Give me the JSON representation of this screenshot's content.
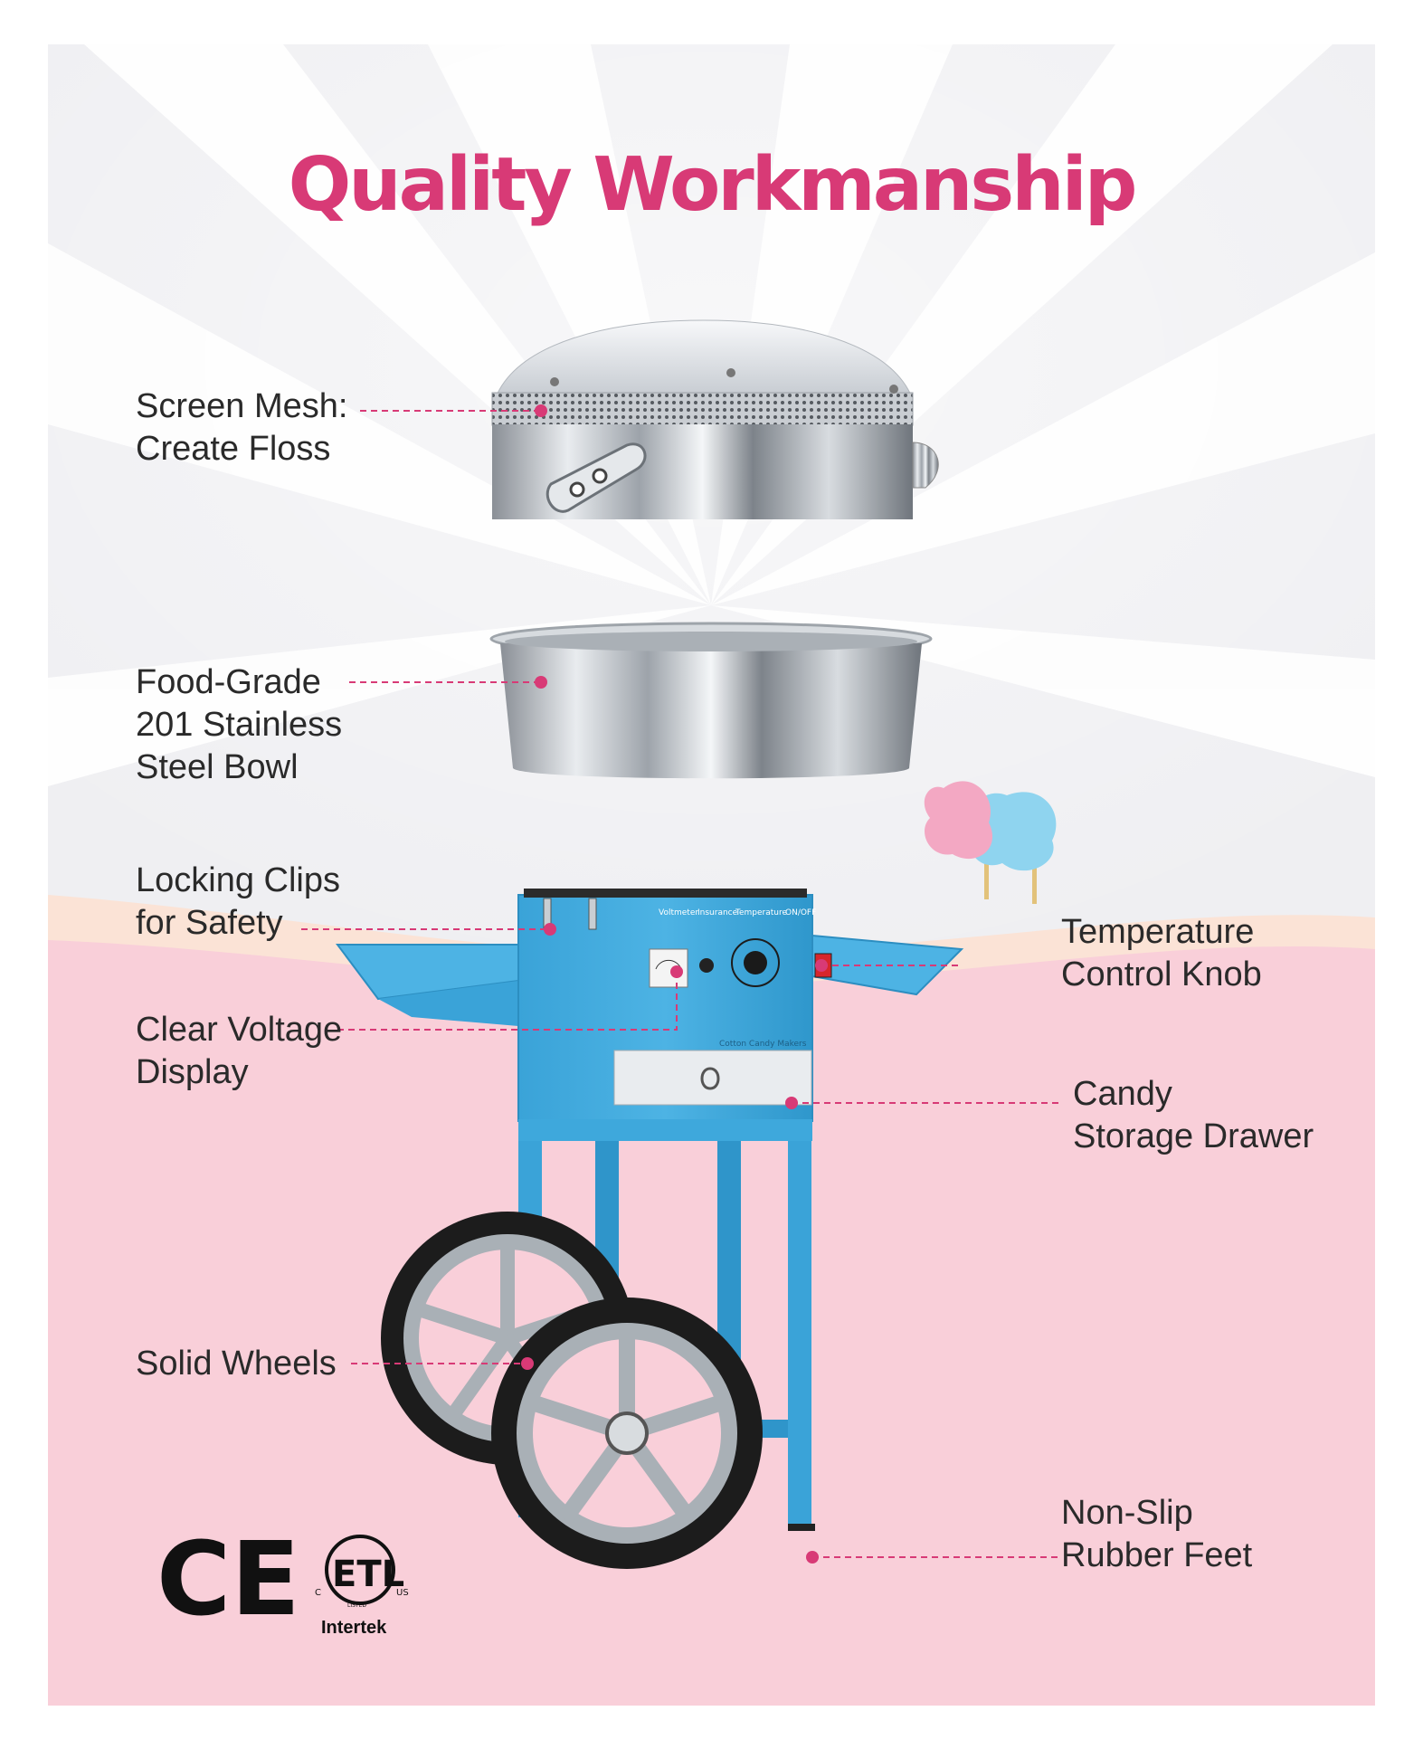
{
  "title": "Quality Workmanship",
  "callouts": {
    "screen_mesh": [
      "Screen Mesh:",
      "Create Floss"
    ],
    "bowl": [
      "Food-Grade",
      "201 Stainless",
      "Steel Bowl"
    ],
    "locking_clips": [
      "Locking Clips",
      "for Safety"
    ],
    "voltage_display": [
      "Clear Voltage",
      "Display"
    ],
    "temperature_knob": [
      "Temperature",
      "Control Knob"
    ],
    "storage_drawer": [
      "Candy",
      "Storage Drawer"
    ],
    "wheels": [
      "Solid Wheels"
    ],
    "rubber_feet": [
      "Non-Slip",
      "Rubber Feet"
    ]
  },
  "control_panel": {
    "labels": [
      "Voltmeter",
      "Insurance",
      "Temperature",
      "ON/OFF"
    ],
    "brand_text": "Cotton Candy Makers"
  },
  "certifications": {
    "ce": "CE",
    "etl": "ETL",
    "etl_small_left": "C",
    "etl_small_right": "US",
    "etl_listed": "LISTED",
    "intertek": "Intertek"
  },
  "colors": {
    "accent_pink": "#d83a76",
    "machine_blue": "#3ea8dc",
    "background_pink": "#f9cfd9",
    "callout_text": "#2a2a2a"
  },
  "icons": [
    "ce-mark-icon",
    "etl-listed-icon",
    "cotton-candy-icon"
  ]
}
